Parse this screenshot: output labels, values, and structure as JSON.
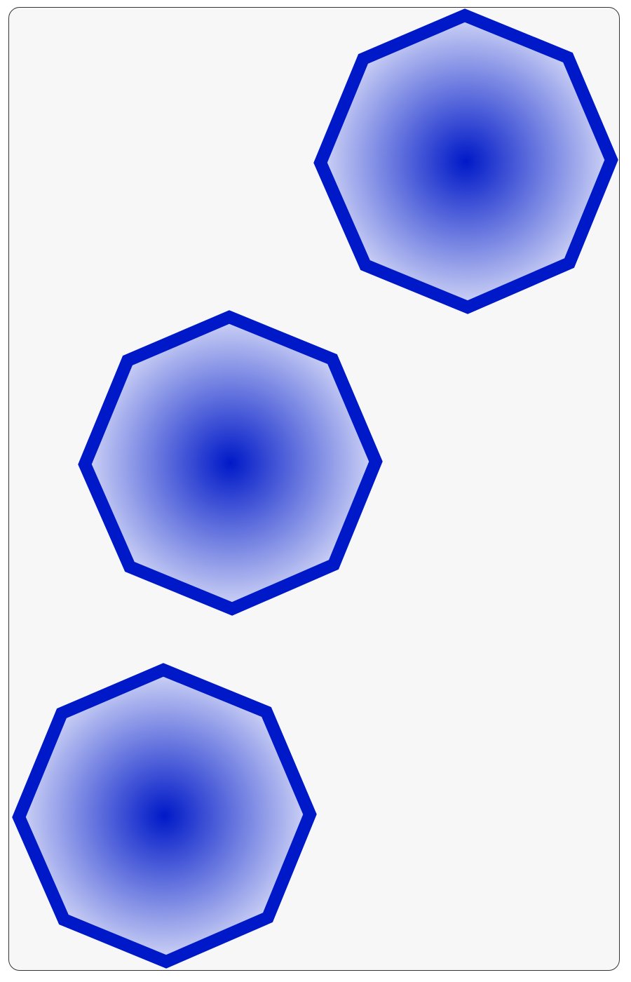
{
  "colors": {
    "background": "#f7f7f7",
    "frame_border": "#333333",
    "stroke": "#0019c8",
    "fill_center": "#0019c8",
    "fill_edge": "#e6e9fb"
  },
  "shapes": [
    {
      "kind": "octagon",
      "name": "octagon-top-right"
    },
    {
      "kind": "octagon",
      "name": "octagon-middle-left"
    },
    {
      "kind": "octagon",
      "name": "octagon-bottom-left"
    }
  ]
}
